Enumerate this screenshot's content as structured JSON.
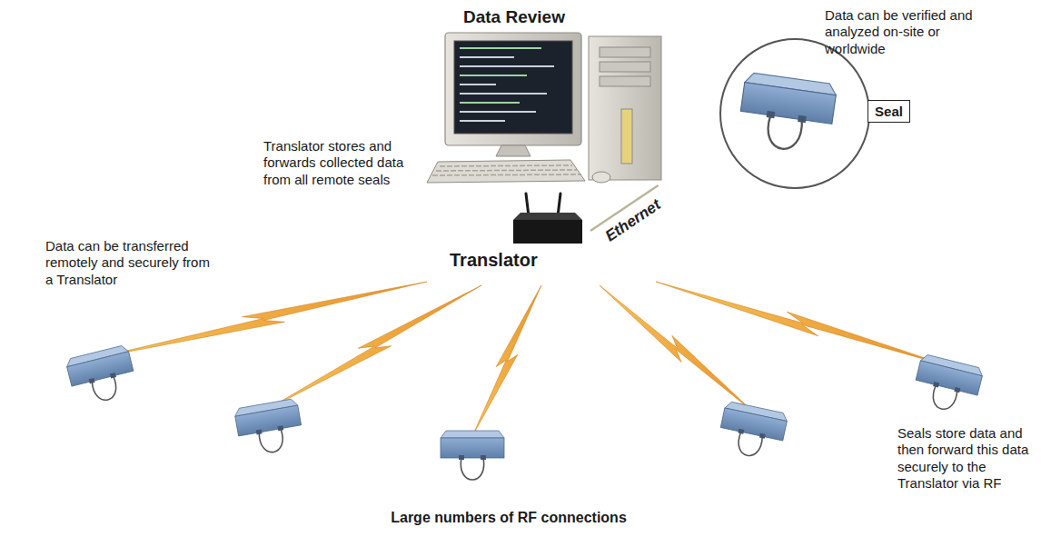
{
  "diagram": {
    "nodes": [
      {
        "text": [
          "Data Review"
        ]
      },
      {
        "text": [
          "Translator"
        ]
      },
      {
        "text": [
          "Seal"
        ]
      }
    ],
    "edges": [
      {
        "from": 1,
        "to": 0,
        "arrow": "none",
        "label": "Ethernet"
      }
    ],
    "labels": [
      "Data can be verified and analyzed on-site or worldwide",
      "Translator stores and forwards collected data from all remote seals",
      "Data can be transferred remotely and securely from a Translator",
      "Large numbers of RF connections",
      "Seals store data and then forward this data securely to the Translator via RF"
    ]
  }
}
